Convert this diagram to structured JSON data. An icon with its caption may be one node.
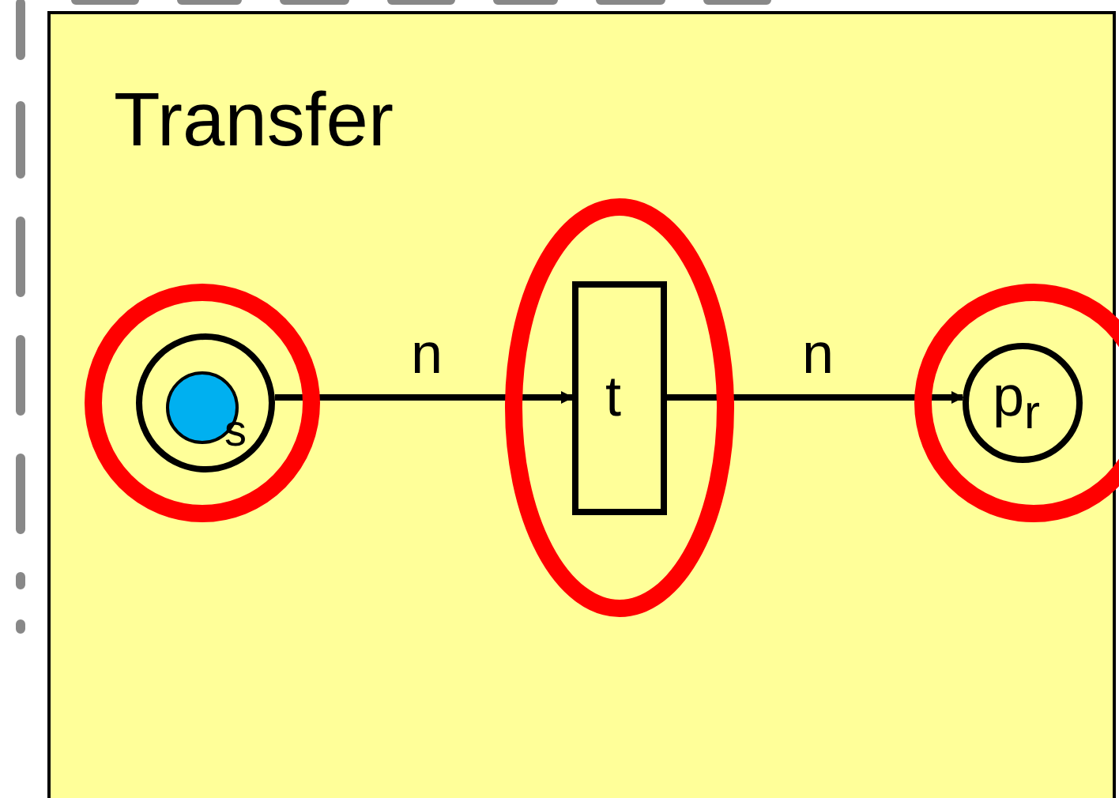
{
  "diagram": {
    "nodes": [
      {
        "text": [
          "Transfer"
        ]
      },
      {
        "text": [
          "s"
        ],
        "in": 0
      },
      {
        "text": [
          "t"
        ],
        "in": 0
      },
      {
        "text": [
          "p$_{r}$"
        ],
        "in": 0
      }
    ],
    "edges": [
      {
        "from": 1,
        "to": 2,
        "arrow": "to",
        "label": "n"
      },
      {
        "from": 2,
        "to": 3,
        "arrow": "to",
        "label": "n"
      }
    ]
  }
}
